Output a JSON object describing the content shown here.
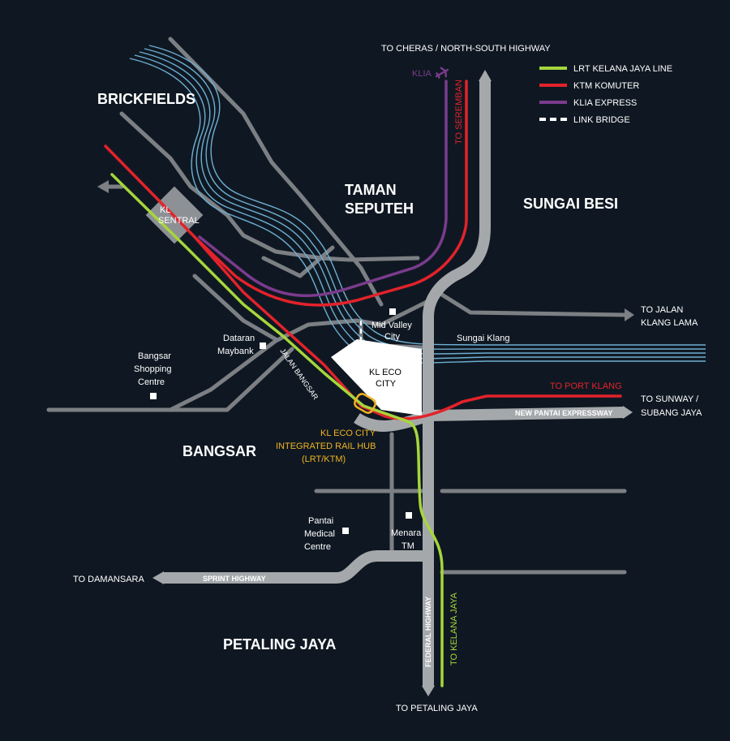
{
  "map": {
    "areas": {
      "brickfields": "BRICKFIELDS",
      "taman_line1": "TAMAN",
      "taman_line2": "SEPUTEH",
      "sungai_besi": "SUNGAI BESI",
      "bangsar": "BANGSAR",
      "petaling_jaya": "PETALING JAYA"
    },
    "destinations": {
      "cheras": "TO CHERAS / NORTH-SOUTH HIGHWAY",
      "jalan_klang_lama_line1": "TO JALAN",
      "jalan_klang_lama_line2": "KLANG LAMA",
      "sunway_line1": "TO SUNWAY /",
      "sunway_line2": "SUBANG JAYA",
      "damansara": "TO DAMANSARA",
      "petaling_jaya": "TO PETALING JAYA",
      "seremban": "TO SEREMBAN",
      "port_klang": "TO PORT KLANG",
      "kelana_jaya": "TO KELANA JAYA",
      "klia": "KLIA"
    },
    "landmarks": {
      "kl_sentral_line1": "KL",
      "kl_sentral_line2": "SENTRAL",
      "kl_eco_city_line1": "KL ECO",
      "kl_eco_city_line2": "CITY",
      "mid_valley_line1": "Mid Valley",
      "mid_valley_line2": "City",
      "sungai_klang": "Sungai Klang",
      "dataran_line1": "Dataran",
      "dataran_line2": "Maybank",
      "bangsar_sc_line1": "Bangsar",
      "bangsar_sc_line2": "Shopping",
      "bangsar_sc_line3": "Centre",
      "pantai_line1": "Pantai",
      "pantai_line2": "Medical",
      "pantai_line3": "Centre",
      "menara_line1": "Menara",
      "menara_line2": "TM",
      "jalan_bangsar": "JALAN BANGSAR"
    },
    "hub": {
      "line1": "KL ECO CITY",
      "line2": "INTEGRATED RAIL HUB",
      "line3": "(LRT/KTM)"
    },
    "highways": {
      "new_pantai": "NEW PANTAI EXPRESSWAY",
      "sprint": "SPRINT HIGHWAY",
      "federal": "FEDERAL HIGHWAY"
    },
    "colors": {
      "lrt": "#a6d63c",
      "ktm": "#e3222b",
      "klia_express": "#7b3b8d",
      "river": "#6eaed2",
      "hub_accent": "#f0b323"
    },
    "legend": [
      {
        "label": "LRT KELANA JAYA LINE",
        "color": "#a6d63c",
        "style": "solid"
      },
      {
        "label": "KTM KOMUTER",
        "color": "#e3222b",
        "style": "solid"
      },
      {
        "label": "KLIA EXPRESS",
        "color": "#7b3b8d",
        "style": "solid"
      },
      {
        "label": "LINK BRIDGE",
        "color": "#ffffff",
        "style": "dashed"
      }
    ]
  }
}
